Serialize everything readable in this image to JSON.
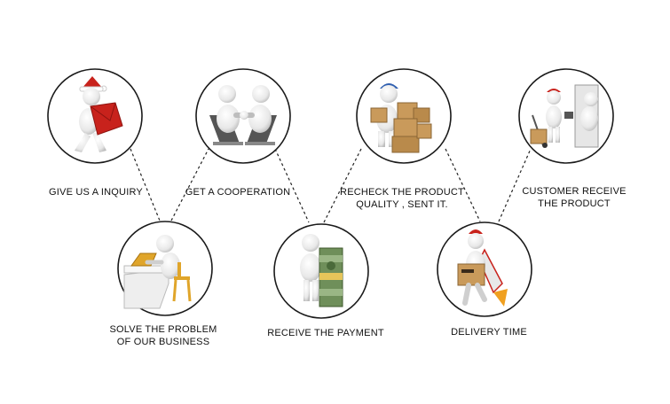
{
  "steps": [
    {
      "id": "inquiry",
      "label": "GIVE US A INQUIRY",
      "icon": "figure-with-envelope-icon"
    },
    {
      "id": "cooperation",
      "label": "GET A COOPERATION",
      "icon": "handshake-laptops-icon"
    },
    {
      "id": "recheck",
      "label": "RECHECK THE PRODUCT\nQUALITY , SENT IT.",
      "icon": "worker-with-boxes-icon"
    },
    {
      "id": "customer",
      "label": "CUSTOMER RECEIVE\nTHE PRODUCT",
      "icon": "courier-at-door-icon"
    },
    {
      "id": "solve",
      "label": "SOLVE THE PROBLEM\nOF OUR BUSINESS",
      "icon": "figure-at-laptop-icon"
    },
    {
      "id": "payment",
      "label": "RECEIVE THE PAYMENT",
      "icon": "figure-with-money-stack-icon"
    },
    {
      "id": "delivery",
      "label": "DELIVERY TIME",
      "icon": "rocket-courier-icon"
    }
  ],
  "colors": {
    "accent_red": "#c8221c",
    "cardboard": "#c99a5b",
    "money_green": "#6f8f5a",
    "helmet_blue": "#2f5fb0",
    "circle_stroke": "#1a1a1a"
  }
}
